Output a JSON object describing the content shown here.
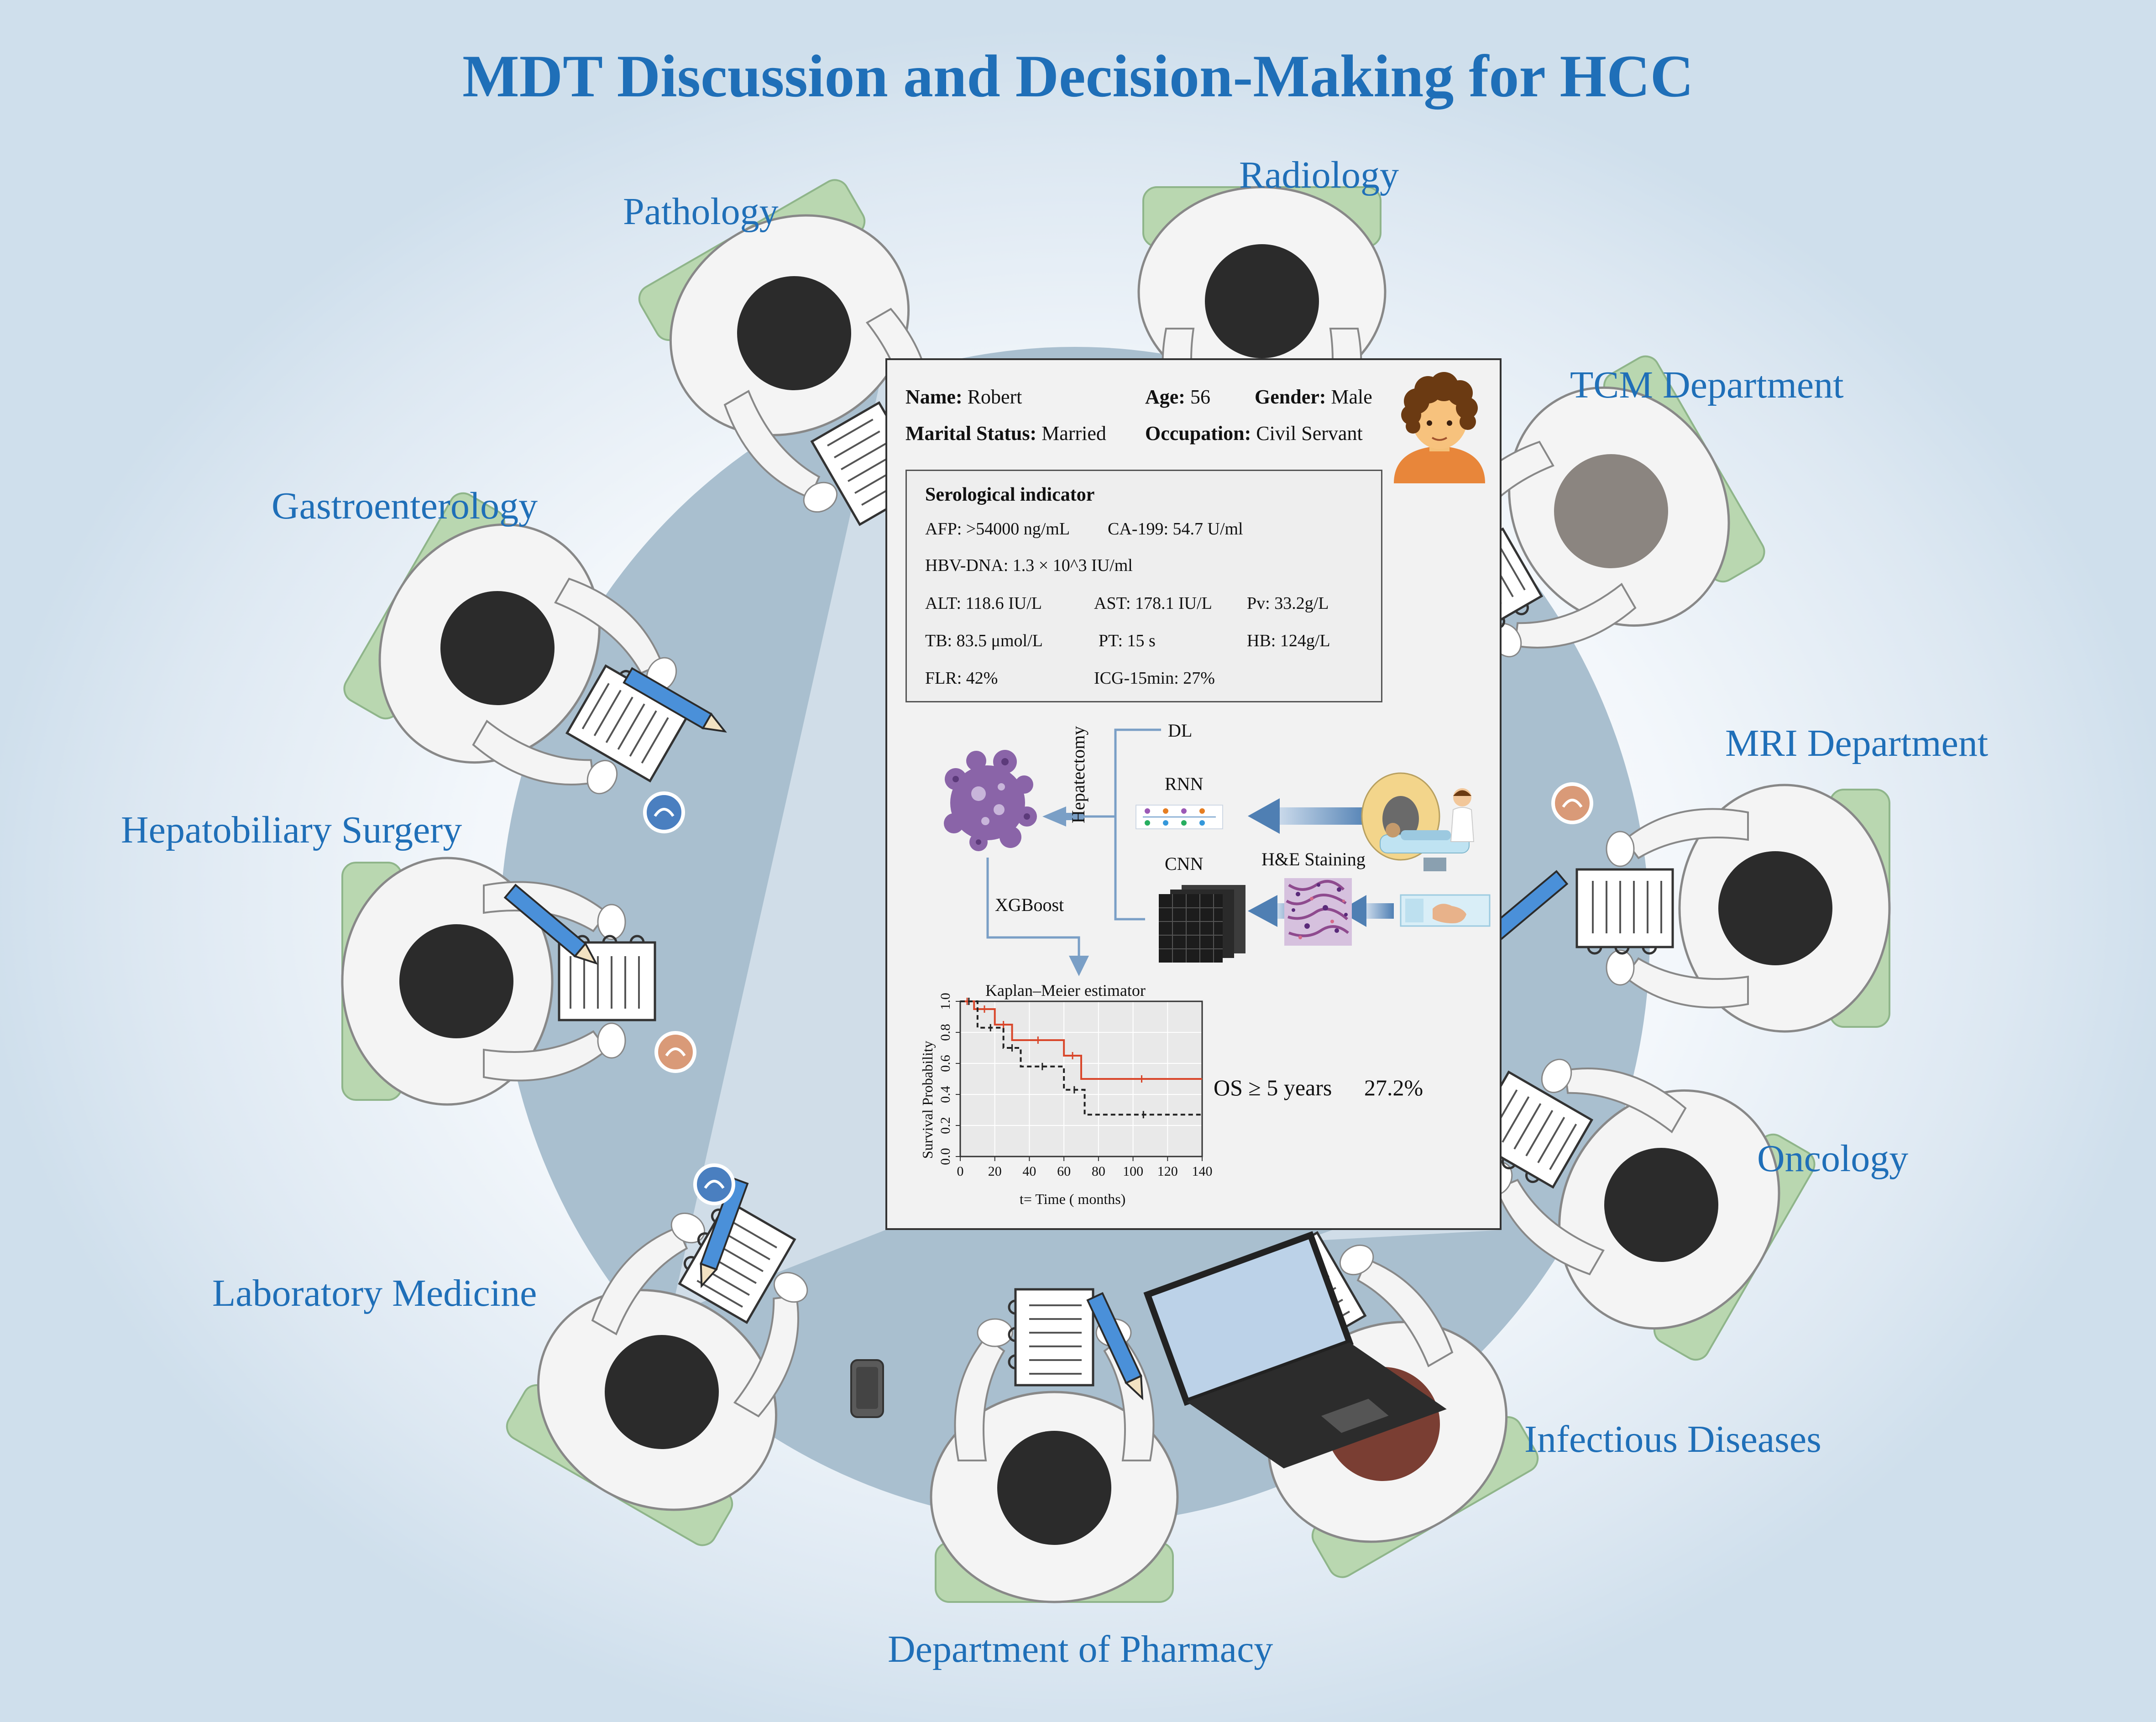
{
  "title": "MDT Discussion and Decision-Making for HCC",
  "departments": {
    "radiology": "Radiology",
    "pathology": "Pathology",
    "tcm": "TCM  Department",
    "gastroenterology": "Gastroenterology",
    "mri": "MRI Department",
    "hepatobiliary_surgery": "Hepatobiliary Surgery",
    "oncology": "Oncology",
    "laboratory_medicine": "Laboratory Medicine",
    "infectious_diseases": "Infectious Diseases",
    "pharmacy": "Department of Pharmacy"
  },
  "patient": {
    "name_label": "Name:",
    "name": "Robert",
    "age_label": "Age:",
    "age": "56",
    "gender_label": "Gender:",
    "gender": "Male",
    "marital_label": "Marital Status:",
    "marital": "Married",
    "occupation_label": "Occupation:",
    "occupation": "Civil Servant"
  },
  "serology": {
    "heading": "Serological indicator",
    "afp": "AFP: >54000 ng/mL",
    "ca199": "CA-199: 54.7 U/ml",
    "hbv": "HBV-DNA: 1.3 × 10^3 IU/ml",
    "alt": "ALT: 118.6 IU/L",
    "ast": "AST: 178.1  IU/L",
    "pv": "Pv: 33.2g/L",
    "tb": "TB: 83.5 μmol/L",
    "pt": "PT: 15 s",
    "hb": "HB: 124g/L",
    "flr": "FLR: 42%",
    "icg": "ICG-15min: 27%"
  },
  "workflow": {
    "dl": "DL",
    "rnn": "RNN",
    "cnn": "CNN",
    "he": "H&E Staining",
    "hepatectomy": "Hepatectomy",
    "xgboost": "XGBoost"
  },
  "chart_data": {
    "type": "line",
    "title": "Kaplan–Meier estimator",
    "xlabel": "t= Time ( months)",
    "ylabel": "Survival Probability",
    "xlim": [
      0,
      140
    ],
    "ylim": [
      0,
      1.0
    ],
    "xticks": [
      "0",
      "20",
      "40",
      "60",
      "80",
      "100",
      "120",
      "140"
    ],
    "yticks": [
      "0.0",
      "0.2",
      "0.4",
      "0.6",
      "0.8",
      "1.0"
    ],
    "grid": true,
    "series": [
      {
        "style": "solid",
        "color": "#d9472b",
        "x": [
          0,
          8,
          8,
          20,
          20,
          30,
          30,
          60,
          60,
          70,
          70,
          140
        ],
        "y": [
          1.0,
          1.0,
          0.95,
          0.95,
          0.85,
          0.85,
          0.75,
          0.75,
          0.65,
          0.65,
          0.5,
          0.5
        ]
      },
      {
        "style": "dashed",
        "color": "#222222",
        "x": [
          0,
          10,
          10,
          25,
          25,
          35,
          35,
          60,
          60,
          72,
          72,
          140
        ],
        "y": [
          1.0,
          1.0,
          0.83,
          0.83,
          0.7,
          0.7,
          0.58,
          0.58,
          0.43,
          0.43,
          0.27,
          0.27
        ]
      }
    ]
  },
  "outcome": {
    "label": "OS ≥ 5 years",
    "value": "27.2%"
  },
  "colors": {
    "title": "#1f6fb8",
    "table": "#a9bfcf",
    "coat": "#f4f4f4",
    "chair": "#b9d7b0",
    "hair": "#2b2b2b",
    "km_red": "#d9472b",
    "arrow": "#7a9fc6"
  },
  "icons": [
    "patient-avatar-icon",
    "tumor-cell-icon",
    "mri-scanner-icon",
    "slide-icon",
    "he-stain-icon",
    "cnn-layers-icon",
    "rnn-network-icon",
    "laptop-icon",
    "phone-icon",
    "notebook-icon",
    "pen-icon",
    "doctor-icon",
    "badge-icon"
  ]
}
